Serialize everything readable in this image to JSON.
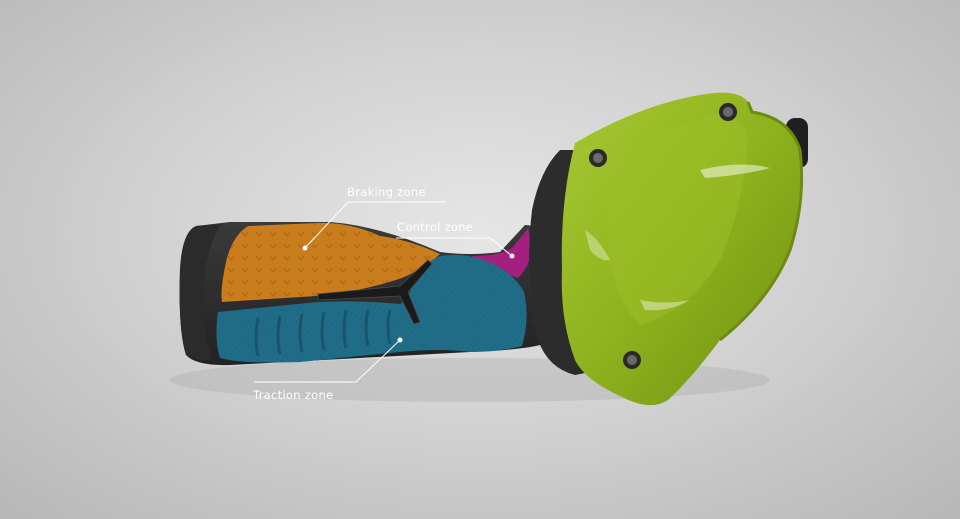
{
  "labels": {
    "braking": "Braking zone",
    "control": "Control zone",
    "traction": "Traction zone"
  },
  "colors": {
    "braking_zone": "#c97d1c",
    "control_zone": "#a3207f",
    "traction_zone": "#1f6a85",
    "housing": "#8fb31f",
    "rubber_body": "#333333",
    "background": "#d2d2d2"
  }
}
